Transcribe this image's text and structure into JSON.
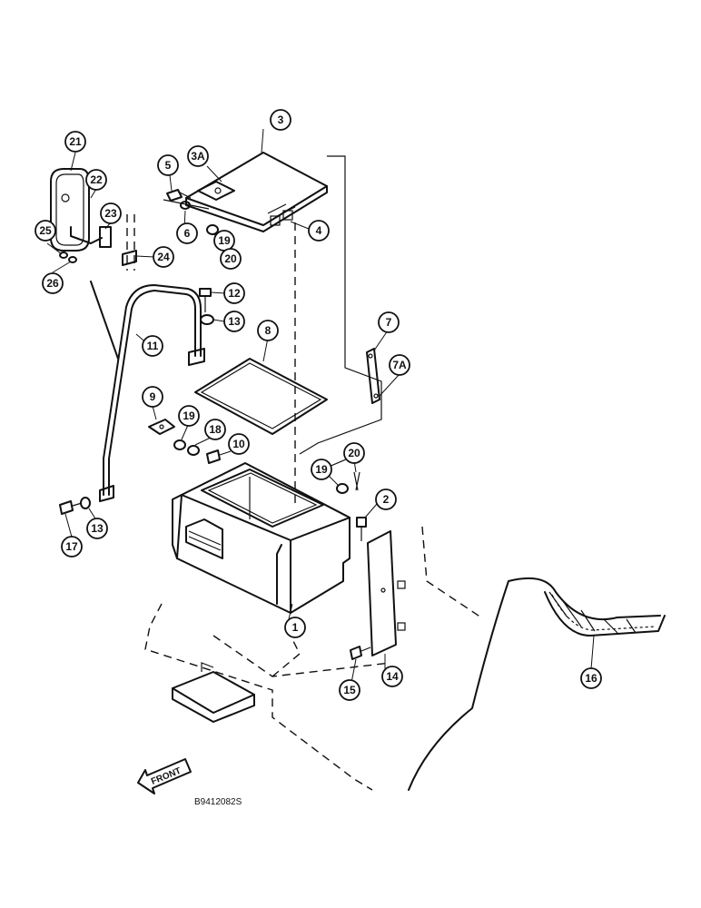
{
  "drawing_ref": "B9412082S",
  "front_label": "FRONT",
  "callouts": [
    "1",
    "2",
    "3",
    "3A",
    "4",
    "5",
    "6",
    "7",
    "7A",
    "8",
    "9",
    "10",
    "11",
    "12",
    "13",
    "14",
    "15",
    "16",
    "17",
    "18",
    "19",
    "20",
    "21",
    "22",
    "23",
    "24",
    "25",
    "26"
  ]
}
